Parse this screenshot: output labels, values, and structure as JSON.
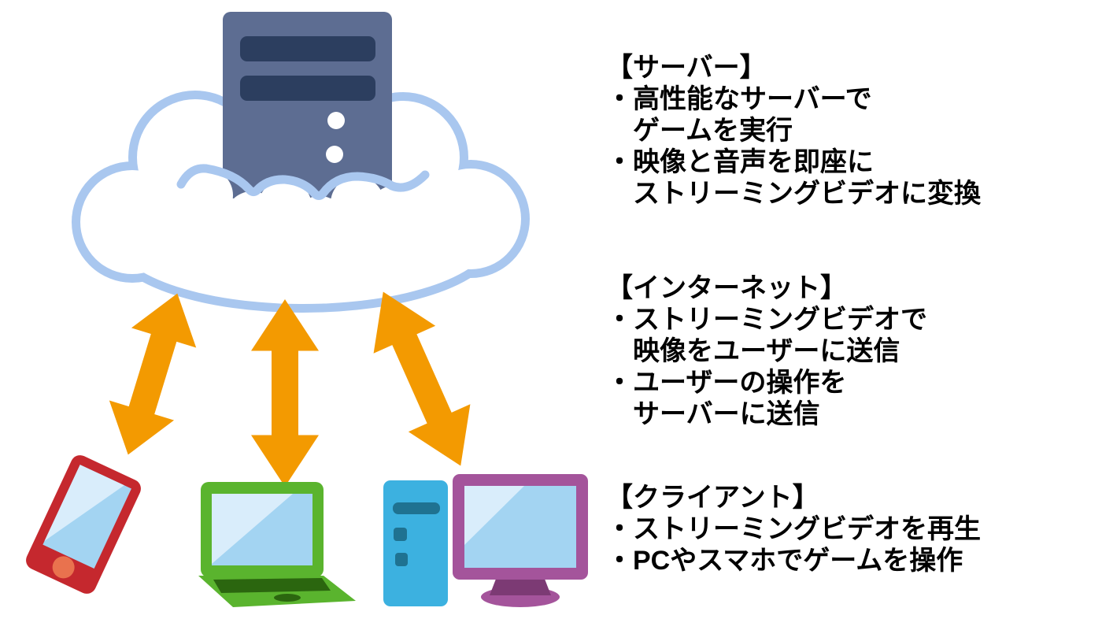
{
  "sections": [
    {
      "title": "【サーバー】",
      "lines": [
        "・高性能なサーバーで",
        "　ゲームを実行",
        "・映像と音声を即座に",
        "　ストリーミングビデオに変換"
      ]
    },
    {
      "title": "【インターネット】",
      "lines": [
        "・ストリーミングビデオで",
        "　映像をユーザーに送信",
        "・ユーザーの操作を",
        "　サーバーに送信"
      ]
    },
    {
      "title": "【クライアント】",
      "lines": [
        "・ストリーミングビデオを再生",
        "・PCやスマホでゲームを操作"
      ]
    }
  ],
  "icons": [
    "cloud-icon",
    "server-icon",
    "double-arrow-icon-left",
    "double-arrow-icon-middle",
    "double-arrow-icon-right",
    "smartphone-icon",
    "laptop-icon",
    "desktop-tower-icon",
    "monitor-icon"
  ],
  "colors": {
    "background": "#FFFFFF",
    "text": "#000000",
    "cloud_outline": "#A9C7EF",
    "cloud_fill": "#FFFFFF",
    "server_body": "#5D6D92",
    "server_slots": "#2C3E5F",
    "arrow_orange": "#F39A01",
    "smartphone_body": "#C5282E",
    "smartphone_button": "#E9724E",
    "laptop_body": "#5AB42E",
    "laptop_keyboard": "#2B660F",
    "desktop_tower": "#3CB1E0",
    "desktop_tower_slots": "#1F7291",
    "monitor_frame": "#A4549B",
    "monitor_stand": "#7C3A74",
    "screen_blue": "#A3D4F2",
    "screen_highlight": "#D9EDFB"
  }
}
